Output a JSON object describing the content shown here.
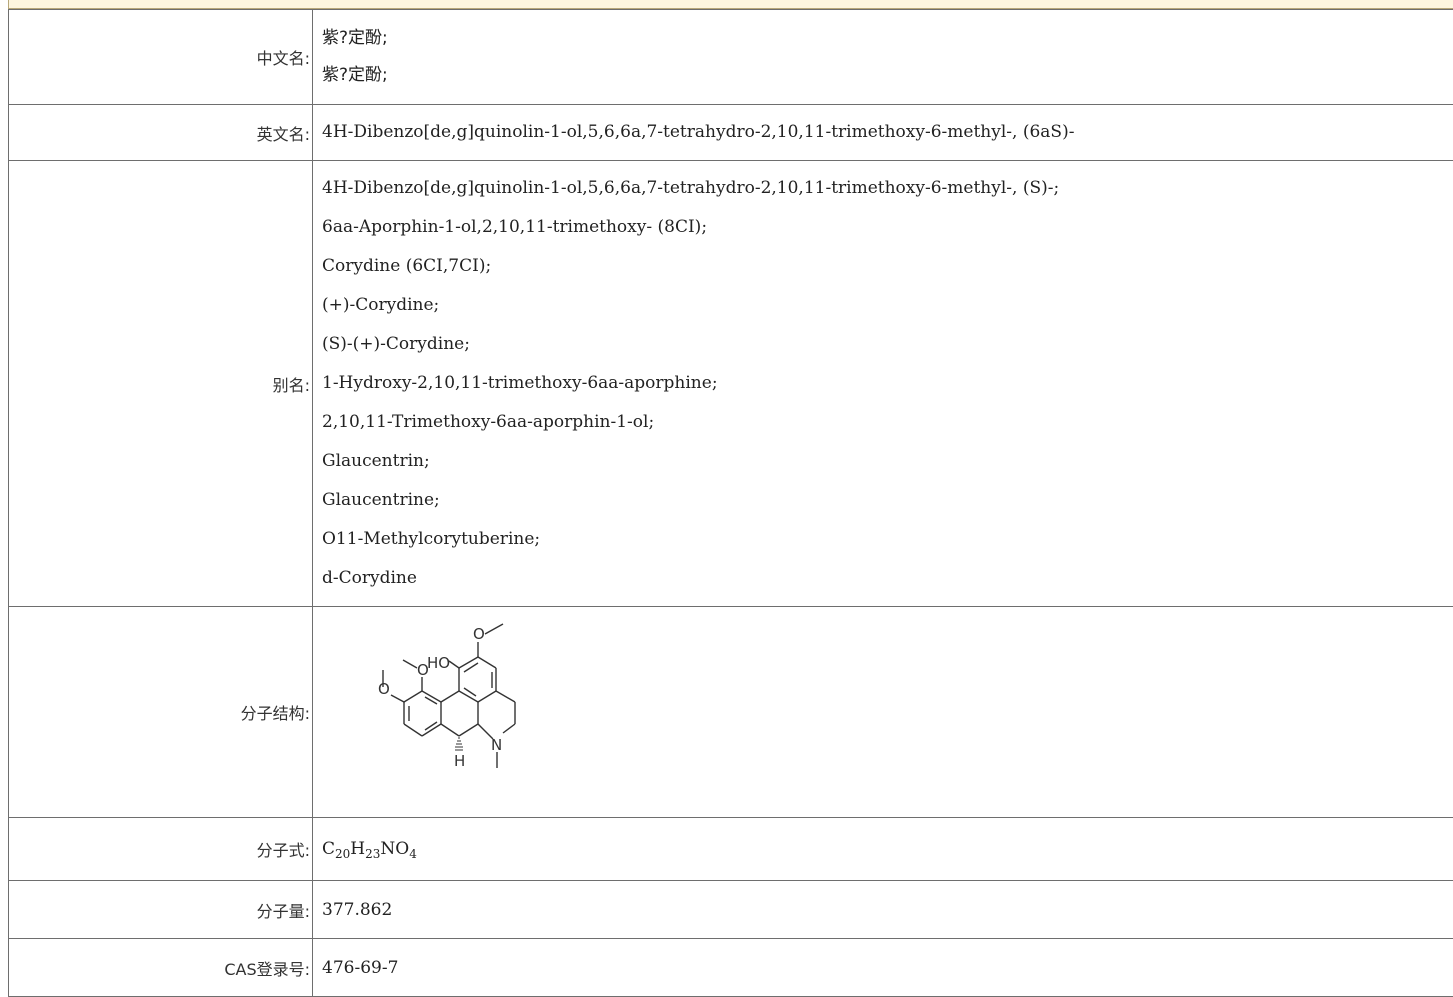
{
  "labels": {
    "chinese_name": "中文名:",
    "english_name": "英文名:",
    "aliases": "别名:",
    "structure": "分子结构:",
    "formula": "分子式:",
    "weight": "分子量:",
    "cas": "CAS登录号:"
  },
  "chinese_names": [
    "紫?定酚;",
    "紫?定酚;"
  ],
  "english_name": "4H-Dibenzo[de,g]quinolin-1-ol,5,6,6a,7-tetrahydro-2,10,11-trimethoxy-6-methyl-, (6aS)-",
  "aliases": [
    "4H-Dibenzo[de,g]quinolin-1-ol,5,6,6a,7-tetrahydro-2,10,11-trimethoxy-6-methyl-, (S)-;",
    "6aa-Aporphin-1-ol,2,10,11-trimethoxy- (8CI);",
    "Corydine (6CI,7CI);",
    "(+)-Corydine;",
    "(S)-(+)-Corydine;",
    "1-Hydroxy-2,10,11-trimethoxy-6aa-aporphine;",
    "2,10,11-Trimethoxy-6aa-aporphin-1-ol;",
    "Glaucentrin;",
    "Glaucentrine;",
    "O11-Methylcorytuberine;",
    "d-Corydine"
  ],
  "structure_atoms": {
    "o1": "O",
    "o2": "O",
    "o3": "O",
    "ho": "HO",
    "n": "N",
    "h": "H"
  },
  "formula": [
    {
      "t": "C",
      "sub": "20"
    },
    {
      "t": "H",
      "sub": "23"
    },
    {
      "t": "NO",
      "sub": "4"
    }
  ],
  "molecular_weight": "377.862",
  "cas_number": "476-69-7"
}
